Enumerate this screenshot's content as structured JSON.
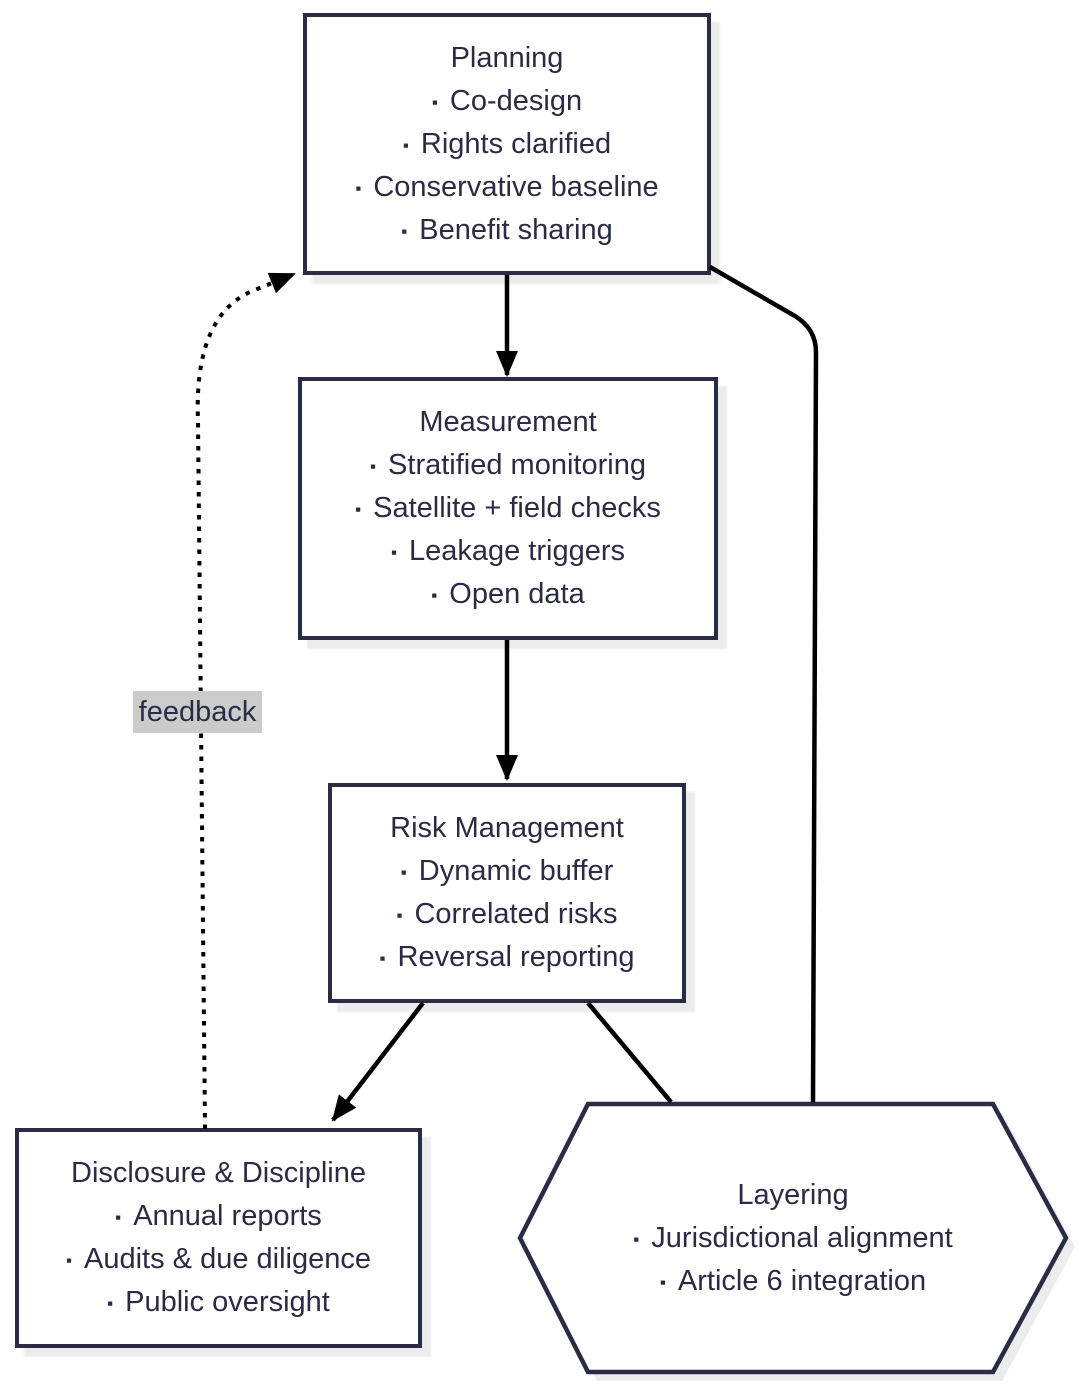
{
  "bullet_char": "▪",
  "colors": {
    "background": "#ffffff",
    "node_border": "#2b2b45",
    "node_fill": "#ffffff",
    "text": "#2b2b45",
    "connector": "#000000",
    "shadow": "#ececec",
    "feedback_label_bg": "#cbcbcb"
  },
  "nodes": {
    "planning": {
      "shape": "rectangle",
      "title": "Planning",
      "items": [
        "Co-design",
        "Rights clarified",
        "Conservative baseline",
        "Benefit sharing"
      ]
    },
    "measurement": {
      "shape": "rectangle",
      "title": "Measurement",
      "items": [
        "Stratified monitoring",
        "Satellite + field checks",
        "Leakage triggers",
        "Open data"
      ]
    },
    "risk_management": {
      "shape": "rectangle",
      "title": "Risk Management",
      "items": [
        "Dynamic buffer",
        "Correlated risks",
        "Reversal reporting"
      ]
    },
    "disclosure": {
      "shape": "rectangle",
      "title": "Disclosure & Discipline",
      "items": [
        "Annual reports",
        "Audits & due diligence",
        "Public oversight"
      ]
    },
    "layering": {
      "shape": "hexagon",
      "title": "Layering",
      "items": [
        "Jurisdictional alignment",
        "Article 6 integration"
      ]
    }
  },
  "edges": [
    {
      "from": "Planning",
      "to": "Measurement",
      "style": "solid",
      "arrowhead": true
    },
    {
      "from": "Measurement",
      "to": "Risk Management",
      "style": "solid",
      "arrowhead": true
    },
    {
      "from": "Risk Management",
      "to": "Disclosure & Discipline",
      "style": "solid",
      "arrowhead": true
    },
    {
      "from": "Risk Management",
      "to": "Layering",
      "style": "solid",
      "arrowhead": false
    },
    {
      "from": "Planning",
      "to": "Layering",
      "style": "solid",
      "arrowhead": false
    },
    {
      "from": "Disclosure & Discipline",
      "to": "Planning",
      "style": "dotted",
      "arrowhead": true,
      "label": "feedback"
    }
  ]
}
